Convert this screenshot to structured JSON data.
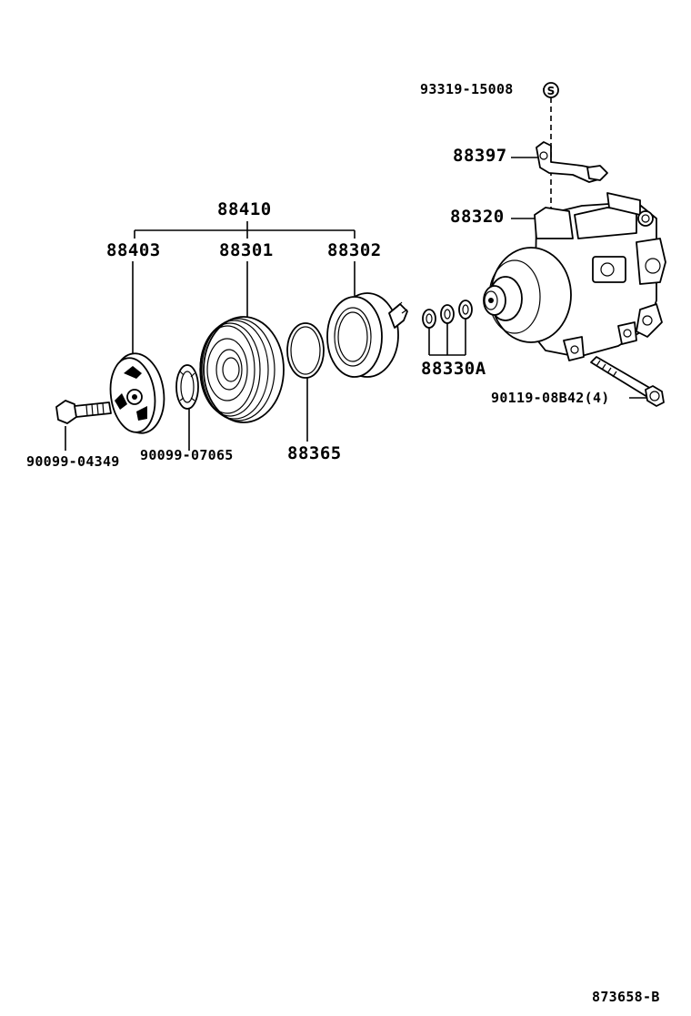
{
  "parts": {
    "p88410": "88410",
    "p88403": "88403",
    "p88301": "88301",
    "p88302": "88302",
    "p88320": "88320",
    "p88397": "88397",
    "p93319": "93319-15008",
    "p88330A": "88330A",
    "p90119": "90119-08B42(4)",
    "p88365": "88365",
    "p90099a": "90099-04349",
    "p90099b": "90099-07065"
  },
  "footer": {
    "drawing_number": "873658-B"
  }
}
